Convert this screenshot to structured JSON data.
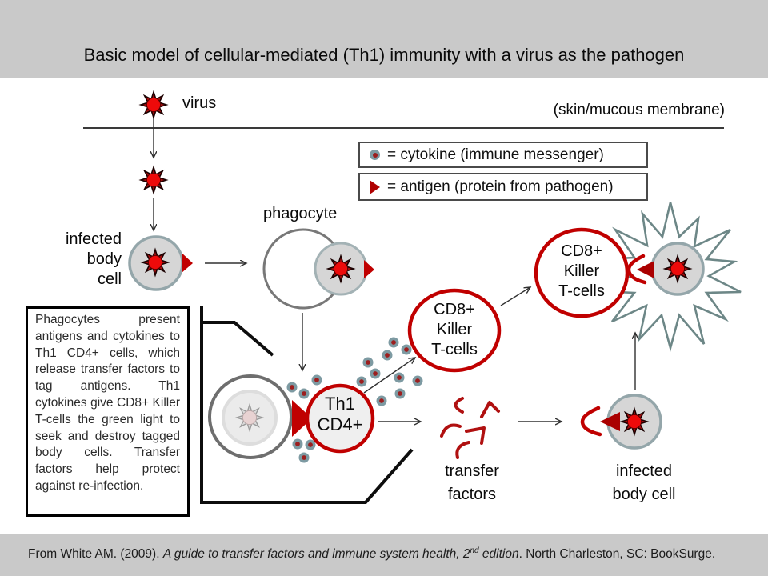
{
  "title": "Basic model of cellular-mediated (Th1) immunity with a virus as the pathogen",
  "membrane_label": "(skin/mucous membrane)",
  "legend": {
    "cytokine_label": "= cytokine (immune messenger)",
    "antigen_label": "= antigen (protein from pathogen)"
  },
  "labels": {
    "virus": "virus",
    "phagocyte": "phagocyte",
    "infected_cell_left": "infected\nbody\ncell",
    "th1": "Th1\nCD4+",
    "cd8_mid": "CD8+\nKiller\nT-cells",
    "cd8_top": "CD8+\nKiller\nT-cells",
    "transfer_factors": "transfer\nfactors",
    "infected_cell_right": "infected\nbody cell"
  },
  "infobox_text": "Phagocytes present antigens and cytokines to Th1 CD4+ cells, which release transfer factors to tag antigens. Th1 cytokines give CD8+ Killer T-cells the green light to seek and destroy tagged body cells. Transfer factors help protect against re-infection.",
  "footer": {
    "prefix": "From White AM. (2009). ",
    "italic_main": "A guide to transfer factors and immune system health, 2",
    "superscript": "nd",
    "italic_tail": " edition",
    "tail": ". North Charleston, SC: BookSurge."
  },
  "colors": {
    "band_gray": "#c9c9c9",
    "diagram_red": "#c00000",
    "virus_core_red": "#ee0a0a",
    "cell_fill": "#d6d6d6",
    "cell_border": "#94a6aa",
    "cytokine_ring": "#7d9aa2",
    "cytokine_core": "#9c1f1f",
    "burst_stroke": "#6d8787",
    "phagocyte_border": "#6e6e6e"
  }
}
